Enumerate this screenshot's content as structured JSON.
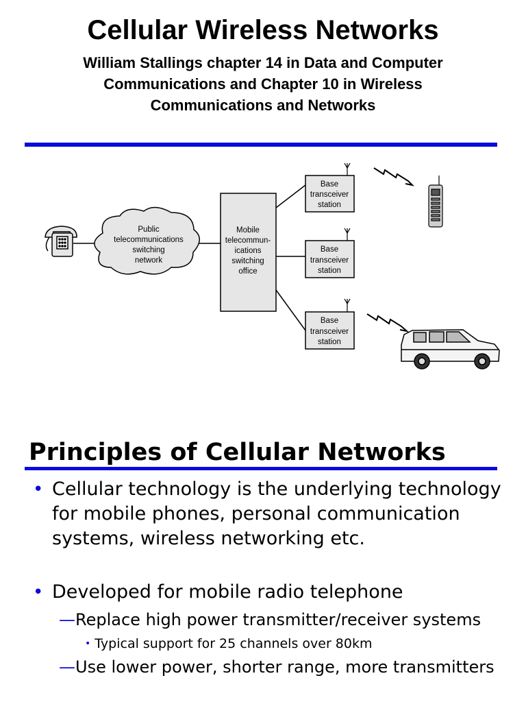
{
  "slide1": {
    "title": "Cellular Wireless Networks",
    "subtitle": "William Stallings chapter 14 in Data and Computer Communications and Chapter 10 in Wireless Communications and Networks"
  },
  "diagram": {
    "cloud_label": [
      "Public",
      "telecommunications",
      "switching",
      "network"
    ],
    "mtso_label": [
      "Mobile",
      "telecommun-",
      "ications",
      "switching",
      "office"
    ],
    "bts_label": [
      "Base",
      "transceiver",
      "station"
    ],
    "icons": [
      "telephone-icon",
      "cloud-icon",
      "antenna-icon",
      "lightning-icon",
      "cell-phone-icon",
      "car-icon"
    ]
  },
  "slide2": {
    "title": "Principles of Cellular Networks",
    "bullets": [
      {
        "text": "Cellular technology is the underlying technology for mobile phones, personal communication systems, wireless networking etc."
      },
      {
        "text": "Developed for mobile radio telephone"
      }
    ],
    "subbullets": [
      {
        "dash": "—",
        "text": "Replace high power transmitter/receiver systems"
      },
      {
        "dash": "—",
        "text": "Use lower power, shorter range, more transmitters"
      }
    ],
    "subsubbullets": [
      {
        "text": "Typical support for 25 channels over 80km"
      }
    ]
  },
  "colors": {
    "accent": "#0a0adc",
    "box_fill": "#e6e6e6"
  }
}
